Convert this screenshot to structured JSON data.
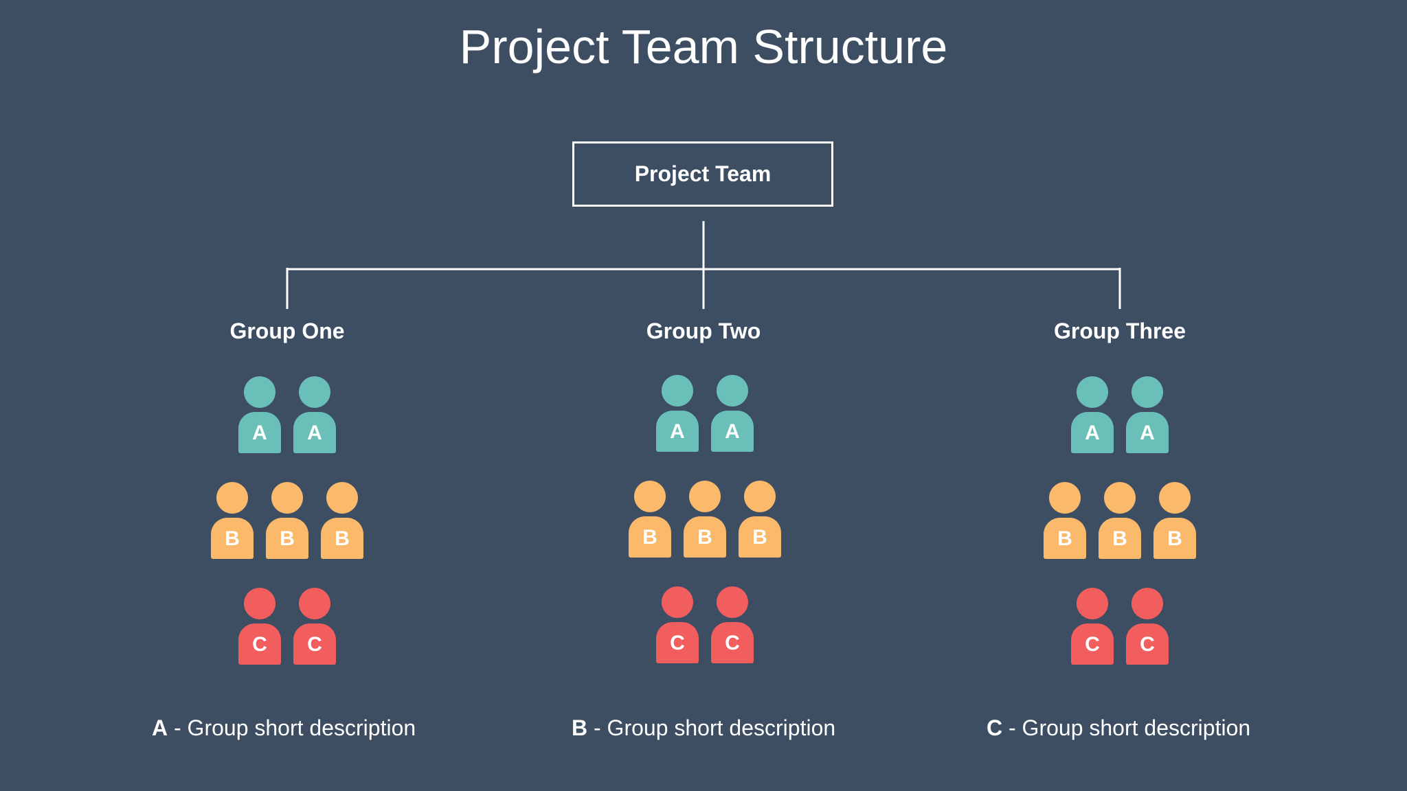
{
  "title": "Project Team Structure",
  "root": {
    "label": "Project Team"
  },
  "colors": {
    "background": "#3d4e63",
    "A": "#6bbfb9",
    "B": "#fbb96b",
    "C": "#f25e5e",
    "line": "#ffffff"
  },
  "groups": [
    {
      "title": "Group One",
      "rows": [
        [
          "A",
          "A"
        ],
        [
          "B",
          "B",
          "B"
        ],
        [
          "C",
          "C"
        ]
      ]
    },
    {
      "title": "Group Two",
      "rows": [
        [
          "A",
          "A"
        ],
        [
          "B",
          "B",
          "B"
        ],
        [
          "C",
          "C"
        ]
      ]
    },
    {
      "title": "Group Three",
      "rows": [
        [
          "A",
          "A"
        ],
        [
          "B",
          "B",
          "B"
        ],
        [
          "C",
          "C"
        ]
      ]
    }
  ],
  "legend": [
    {
      "key": "A",
      "separator": " - ",
      "text": "Group short description"
    },
    {
      "key": "B",
      "separator": " - ",
      "text": "Group short description"
    },
    {
      "key": "C",
      "separator": " - ",
      "text": "Group short description"
    }
  ]
}
